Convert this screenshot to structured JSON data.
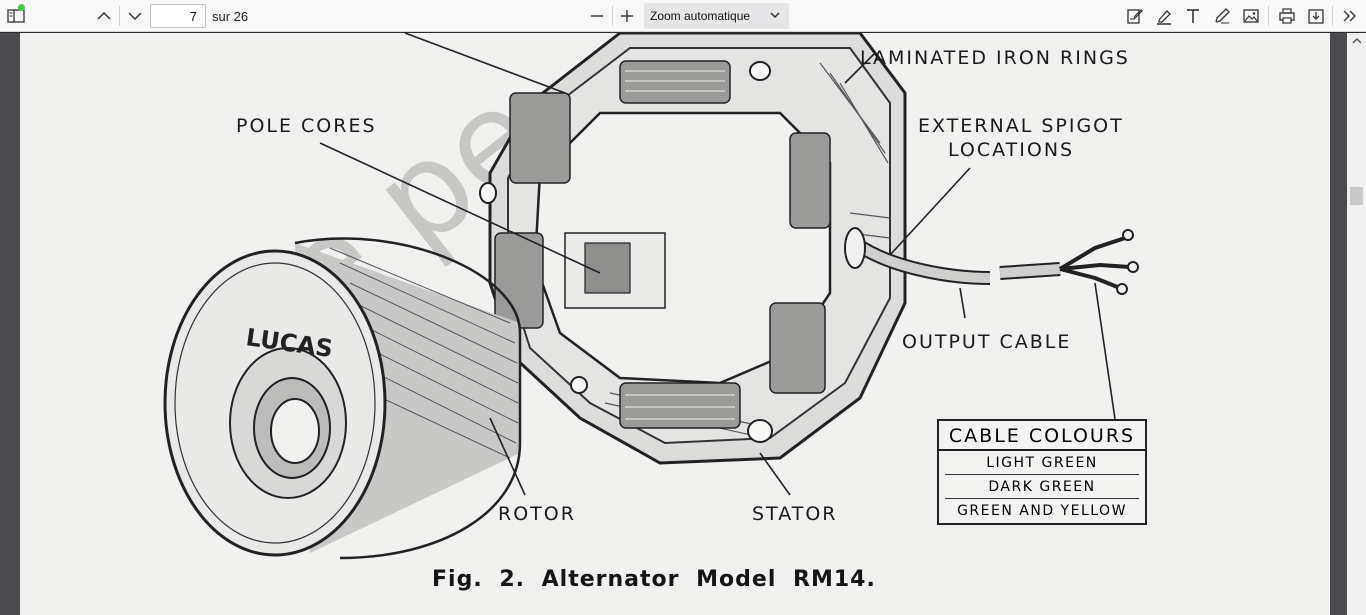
{
  "toolbar": {
    "page_current": "7",
    "page_total_label": "sur 26",
    "zoom_label": "Zoom automatique"
  },
  "icons": {
    "sidebar": "sidebar-toggle-icon",
    "prev": "chevron-up-icon",
    "next": "chevron-down-icon",
    "zoom_out": "minus-icon",
    "zoom_in": "plus-icon",
    "zoom_dropdown": "chevron-down-icon",
    "form": "form-edit-icon",
    "highlight": "highlighter-icon",
    "text": "text-icon",
    "draw": "pen-icon",
    "image": "image-icon",
    "print": "print-icon",
    "save": "save-icon",
    "more": "double-chevron-right-icon"
  },
  "document": {
    "watermark": "ne pe",
    "labels": {
      "laminated": "LAMINATED IRON RINGS",
      "pole_cores": "POLE CORES",
      "external_1": "EXTERNAL SPIGOT",
      "external_2": "LOCATIONS",
      "output_cable": "OUTPUT CABLE",
      "rotor": "ROTOR",
      "stator": "STATOR",
      "lucas": "LUCAS"
    },
    "cable_table": {
      "title": "CABLE COLOURS",
      "rows": [
        "LIGHT GREEN",
        "DARK GREEN",
        "GREEN AND YELLOW"
      ]
    },
    "caption": "Fig. 2.   Alternator Model RM14."
  }
}
